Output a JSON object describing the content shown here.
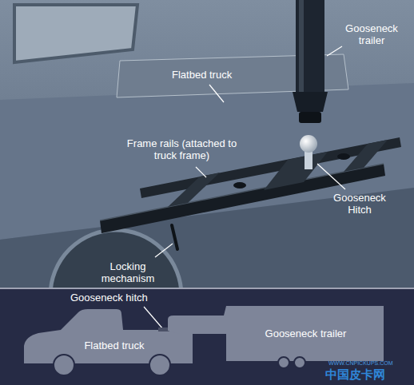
{
  "diagram": {
    "nodes": [
      {
        "text": [
          "Flatbed truck"
        ]
      },
      {
        "text": [
          "Gooseneck trailer"
        ]
      }
    ],
    "labels": [
      "Gooseneck trailer",
      "Flatbed truck",
      "Frame rails (attached to truck frame)",
      "Gooseneck Hitch",
      "Locking mechanism",
      "Gooseneck hitch",
      "WWW.CNPICKUPS.COM",
      "中国皮卡网"
    ]
  }
}
